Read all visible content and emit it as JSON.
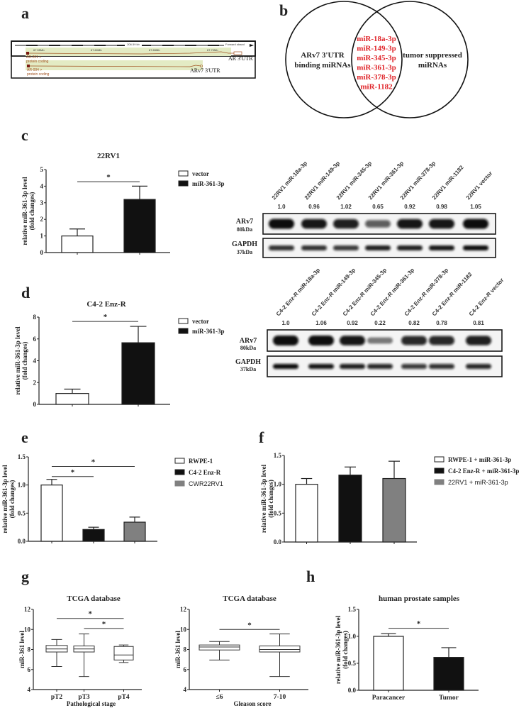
{
  "panel_labels": {
    "a": "a",
    "b": "b",
    "c": "c",
    "d": "d",
    "e": "e",
    "f": "f",
    "g": "g",
    "h": "h"
  },
  "gene_track": {
    "length_label": "206.59 kb",
    "strand_label": "Forward strand",
    "positions": [
      "67.55Mb",
      "67.60Mb",
      "67.65Mb",
      "67.70Mb"
    ],
    "transcripts": [
      {
        "name": "AR-201 >",
        "type": "protein coding",
        "utr_label": "AR 3'UTR"
      },
      {
        "name": "AR-004 >",
        "type": "protein coding",
        "utr_label": "ARv7 3'UTR"
      }
    ],
    "colors": {
      "highlight": "#e3ebc4",
      "transcript": "#a0501e"
    }
  },
  "venn": {
    "left_label": [
      "ARv7 3'UTR",
      "binding miRNAs"
    ],
    "right_label": [
      "tumor suppressed",
      "miRNAs"
    ],
    "intersection": [
      "miR-18a-3p",
      "miR-149-3p",
      "miR-345-3p",
      "miR-361-3p",
      "miR-378-3p",
      "miR-1182"
    ],
    "intersection_color": "#e0262b"
  },
  "blots": {
    "c": {
      "lanes": [
        "22RV1 miR-18a-3p",
        "22RV1 miR-149-3p",
        "22RV1 miR-345-3p",
        "22RV1 miR-361-3p",
        "22RV1 miR-378-3p",
        "22RV1 miR-1182",
        "22RV1 vector"
      ],
      "values": [
        "1.0",
        "0.96",
        "1.02",
        "0.65",
        "0.92",
        "0.98",
        "1.05"
      ],
      "rows": [
        {
          "protein": "ARv7",
          "size": "80kDa"
        },
        {
          "protein": "GAPDH",
          "size": "37kDa"
        }
      ]
    },
    "d": {
      "lanes": [
        "C4-2 Enz-R miR-18a-3p",
        "C4-2 Enz-R miR-149-3p",
        "C4-2 Enz-R miR-345-3p",
        "C4-2 Enz-R miR-361-3p",
        "C4-2 Enz-R miR-378-3p",
        "C4-2 Enz-R miR-1182",
        "C4-2 Enz-R vector"
      ],
      "values": [
        "1.0",
        "1.06",
        "0.92",
        "0.22",
        "0.82",
        "0.78",
        "0.81"
      ],
      "rows": [
        {
          "protein": "ARv7",
          "size": "80kDa"
        },
        {
          "protein": "GAPDH",
          "size": "37kDa"
        }
      ]
    }
  },
  "chart_data": [
    {
      "id": "c",
      "type": "bar",
      "title": "22RV1",
      "ylabel": [
        "relative miR-361-3p level",
        "(fold changes)"
      ],
      "ylim": [
        0,
        5
      ],
      "yticks": [
        "0",
        "1",
        "2",
        "3",
        "4",
        "5"
      ],
      "categories": [],
      "series": [
        {
          "name": "vector",
          "value": 1.0,
          "error": 0.42,
          "color": "#ffffff"
        },
        {
          "name": "miR-361-3p",
          "value": 3.2,
          "error": 0.8,
          "color": "#111111"
        }
      ],
      "significance": [
        {
          "from": 0,
          "to": 1,
          "y": 4.27,
          "label": "*"
        }
      ],
      "legend": "right"
    },
    {
      "id": "d",
      "type": "bar",
      "title": "C4-2 Enz-R",
      "ylabel": [
        "relative miR-361-3p level",
        "(fold changes)"
      ],
      "ylim": [
        0,
        8
      ],
      "yticks": [
        "0",
        "2",
        "4",
        "6",
        "8"
      ],
      "categories": [],
      "series": [
        {
          "name": "vector",
          "value": 1.0,
          "error": 0.4,
          "color": "#ffffff"
        },
        {
          "name": "miR-361-3p",
          "value": 5.65,
          "error": 1.5,
          "color": "#111111"
        }
      ],
      "significance": [
        {
          "from": 0,
          "to": 1,
          "y": 7.6,
          "label": "*"
        }
      ],
      "legend": "right"
    },
    {
      "id": "e",
      "type": "bar",
      "title": "",
      "ylabel": [
        "relative miR-361-3p level",
        "(fold changes)"
      ],
      "ylim": [
        0,
        1.5
      ],
      "yticks": [
        "0.0",
        "0.5",
        "1.0",
        "1.5"
      ],
      "categories": [],
      "series": [
        {
          "name": "RWPE-1",
          "value": 1.0,
          "error": 0.1,
          "color": "#ffffff"
        },
        {
          "name": "C4-2 Enz-R",
          "value": 0.21,
          "error": 0.04,
          "color": "#111111"
        },
        {
          "name": "CWR22RV1",
          "value": 0.34,
          "error": 0.09,
          "color": "#808080"
        }
      ],
      "significance": [
        {
          "from": 0,
          "to": 1,
          "y": 1.15,
          "label": "*"
        },
        {
          "from": 0,
          "to": 2,
          "y": 1.33,
          "label": "*"
        }
      ],
      "legend": "right"
    },
    {
      "id": "f",
      "type": "bar",
      "title": "",
      "ylabel": [
        "relative miR-361-3p level",
        "(fold changes)"
      ],
      "ylim": [
        0,
        1.5
      ],
      "yticks": [
        "0.0",
        "0.5",
        "1.0",
        "1.5"
      ],
      "categories": [],
      "series": [
        {
          "name": "RWPE-1 + miR-361-3p",
          "value": 1.0,
          "error": 0.1,
          "color": "#ffffff"
        },
        {
          "name": "C4-2 Enz-R + miR-361-3p",
          "value": 1.16,
          "error": 0.14,
          "color": "#111111"
        },
        {
          "name": "22RV1 + miR-361-3p",
          "value": 1.1,
          "error": 0.3,
          "color": "#808080"
        }
      ],
      "significance": [],
      "legend": "right"
    },
    {
      "id": "g1",
      "type": "box",
      "title": "TCGA database",
      "ylabel": [
        "miR-361 level"
      ],
      "xlabel": "Pathological stage",
      "ylim": [
        4,
        12
      ],
      "yticks": [
        "4",
        "6",
        "8",
        "10",
        "12"
      ],
      "categories": [
        "pT2",
        "pT3",
        "pT4"
      ],
      "boxes": [
        {
          "min": 6.3,
          "q1": 7.75,
          "median": 8.05,
          "q3": 8.4,
          "max": 9.0
        },
        {
          "min": 5.3,
          "q1": 7.75,
          "median": 8.05,
          "q3": 8.35,
          "max": 9.55
        },
        {
          "min": 6.7,
          "q1": 6.95,
          "median": 7.45,
          "q3": 8.3,
          "max": 8.45
        }
      ],
      "significance": [
        {
          "from": 0,
          "to": 2,
          "y": 11.1,
          "label": "*"
        },
        {
          "from": 1,
          "to": 2,
          "y": 10.1,
          "label": "*"
        }
      ]
    },
    {
      "id": "g2",
      "type": "box",
      "title": "TCGA database",
      "ylabel": [
        "miR-361 level"
      ],
      "xlabel": "Gleason score",
      "ylim": [
        4,
        12
      ],
      "yticks": [
        "4",
        "6",
        "8",
        "10",
        "12"
      ],
      "categories": [
        "≤6",
        "7-10"
      ],
      "boxes": [
        {
          "min": 6.95,
          "q1": 7.95,
          "median": 8.25,
          "q3": 8.45,
          "max": 8.8
        },
        {
          "min": 5.3,
          "q1": 7.75,
          "median": 8.0,
          "q3": 8.35,
          "max": 9.55
        }
      ],
      "significance": [
        {
          "from": 0,
          "to": 1,
          "y": 10.0,
          "label": "*"
        }
      ]
    },
    {
      "id": "h",
      "type": "bar",
      "title": "human prostate samples",
      "ylabel": [
        "relative miR-361-3p level",
        "(fold changes)"
      ],
      "ylim": [
        0,
        1.5
      ],
      "yticks": [
        "0.0",
        "0.5",
        "1.0",
        "1.5"
      ],
      "categories": [
        "Paracancer",
        "Tumor"
      ],
      "series": [
        {
          "name": "Paracancer",
          "value": 1.0,
          "error": 0.05,
          "color": "#ffffff"
        },
        {
          "name": "Tumor",
          "value": 0.61,
          "error": 0.18,
          "color": "#111111"
        }
      ],
      "significance": [
        {
          "from": 0,
          "to": 1,
          "y": 1.15,
          "label": "*"
        }
      ],
      "legend": "none"
    }
  ]
}
